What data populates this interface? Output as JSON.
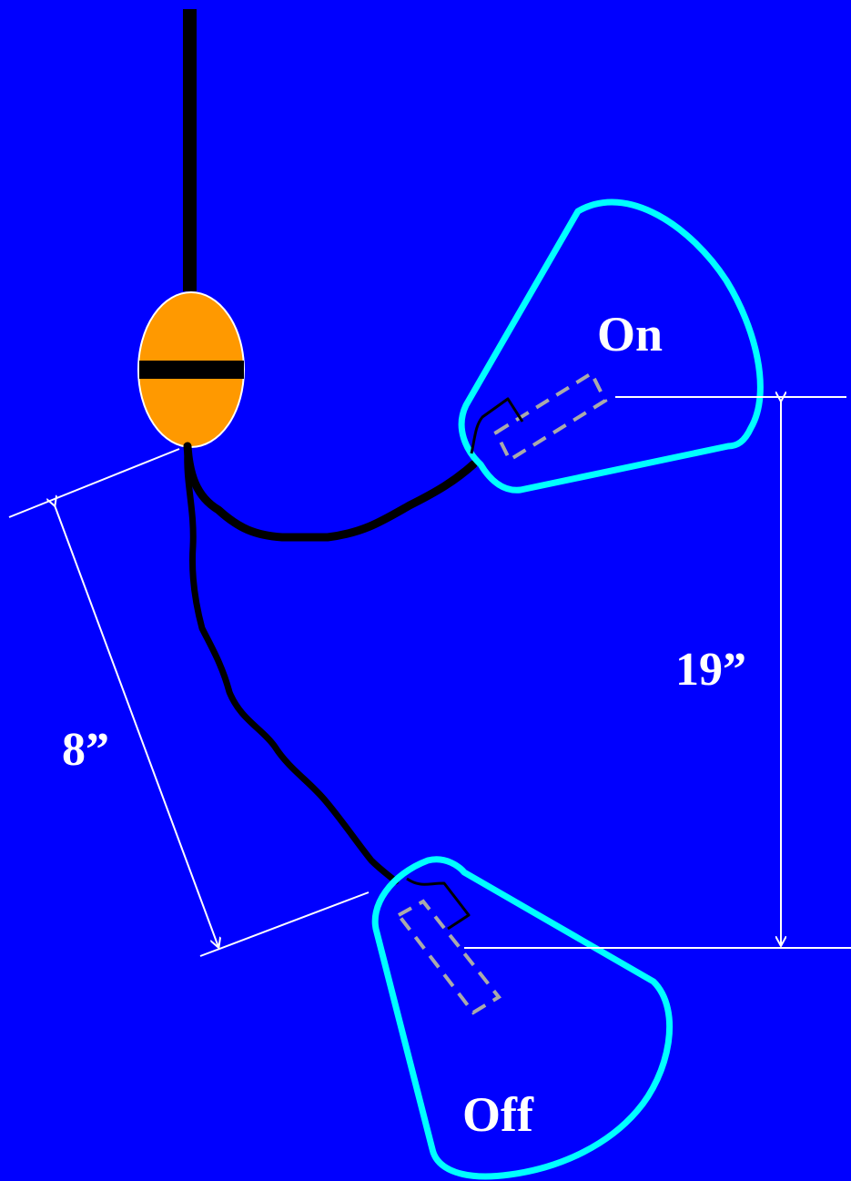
{
  "labels": {
    "on": "On",
    "off": "Off",
    "short_dimension": "8”",
    "tall_dimension": "19”"
  },
  "colors": {
    "background": "#0000ff",
    "bobber": "#ff9900",
    "line": "#000000",
    "cup_outline": "#00ffff",
    "dimension_line": "#ffffff",
    "hidden_part": "#aaaaaa"
  }
}
